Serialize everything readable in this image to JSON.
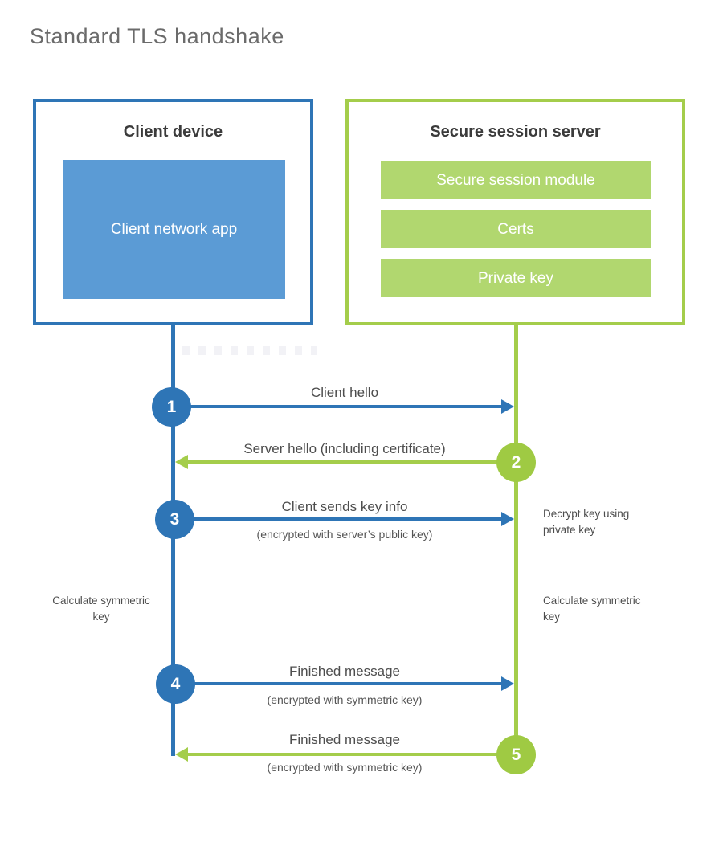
{
  "title": "Standard TLS handshake",
  "colors": {
    "client_accent": "#2e75b6",
    "client_fill": "#5b9bd5",
    "server_accent": "#a4cd4b",
    "server_fill": "#b1d76f",
    "text_dark": "#3b3b3b",
    "text_label": "#4d4d4d"
  },
  "client_box": {
    "title": "Client device",
    "app_label": "Client network app"
  },
  "server_box": {
    "title": "Secure session server",
    "modules": [
      "Secure session module",
      "Certs",
      "Private key"
    ]
  },
  "messages": [
    {
      "num": "1",
      "label": "Client hello",
      "sublabel": "",
      "direction": "right",
      "from": "client",
      "to": "server"
    },
    {
      "num": "2",
      "label": "Server hello (including certificate)",
      "sublabel": "",
      "direction": "left",
      "from": "server",
      "to": "client"
    },
    {
      "num": "3",
      "label": "Client sends key info",
      "sublabel": "(encrypted with server’s public key)",
      "direction": "right",
      "from": "client",
      "to": "server"
    },
    {
      "num": "4",
      "label": "Finished message",
      "sublabel": "(encrypted with symmetric key)",
      "direction": "right",
      "from": "client",
      "to": "server"
    },
    {
      "num": "5",
      "label": "Finished message",
      "sublabel": "(encrypted with symmetric key)",
      "direction": "left",
      "from": "server",
      "to": "client"
    }
  ],
  "notes": {
    "decrypt": "Decrypt key using private key",
    "calc_left": "Calculate symmetric key",
    "calc_right": "Calculate symmetric key"
  }
}
